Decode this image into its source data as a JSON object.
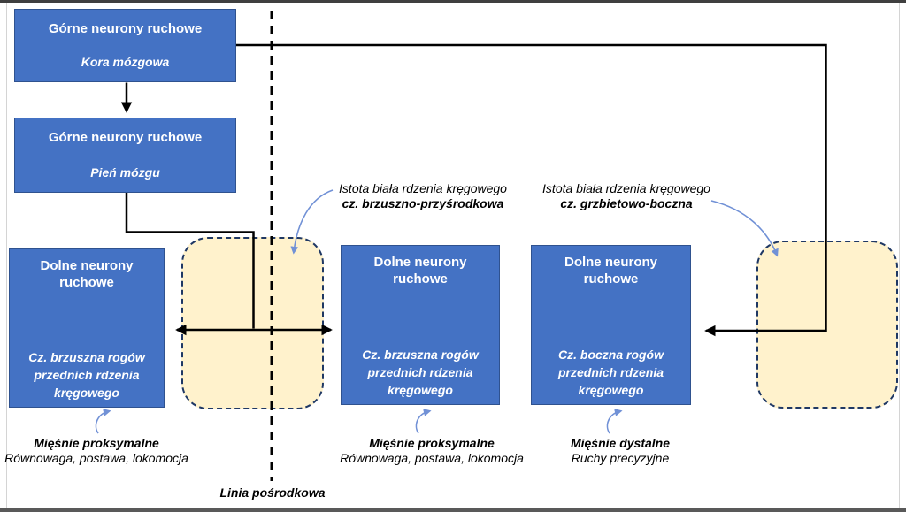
{
  "diagram": {
    "boxes": {
      "umn_cortex": {
        "title": "Górne neurony ruchowe",
        "subtitle": "Kora mózgowa"
      },
      "umn_brainstem": {
        "title": "Górne neurony ruchowe",
        "subtitle": "Pień mózgu"
      },
      "lmn_left": {
        "title": "Dolne neurony ruchowe",
        "subtitle": "Cz. brzuszna rogów przednich rdzenia kręgowego"
      },
      "lmn_middle": {
        "title": "Dolne neurony ruchowe",
        "subtitle": "Cz. brzuszna rogów przednich rdzenia kręgowego"
      },
      "lmn_right": {
        "title": "Dolne neurony ruchowe",
        "subtitle": "Cz. boczna rogów przednich rdzenia kręgowego"
      }
    },
    "annotations": {
      "white_matter_ventromedial": {
        "line1": "Istota biała rdzenia kręgowego",
        "line2": "cz. brzuszno-przyśrodkowa"
      },
      "white_matter_dorsolateral": {
        "line1": "Istota biała rdzenia kręgowego",
        "line2": "cz. grzbietowo-boczna"
      },
      "muscles_proximal_left": {
        "line1": "Mięśnie proksymalne",
        "line2": "Równowaga, postawa, lokomocja"
      },
      "muscles_proximal_middle": {
        "line1": "Mięśnie proksymalne",
        "line2": "Równowaga, postawa, lokomocja"
      },
      "muscles_distal": {
        "line1": "Mięśnie dystalne",
        "line2": "Ruchy precyzyjne"
      },
      "midline": "Linia pośrodkowa"
    },
    "colors": {
      "box_fill": "#4472C4",
      "box_border": "#2F528F",
      "highlight_fill": "#FFF2CC",
      "highlight_border": "#1F3864",
      "connector": "#000000",
      "annotation_arrow": "#7191D6"
    }
  }
}
